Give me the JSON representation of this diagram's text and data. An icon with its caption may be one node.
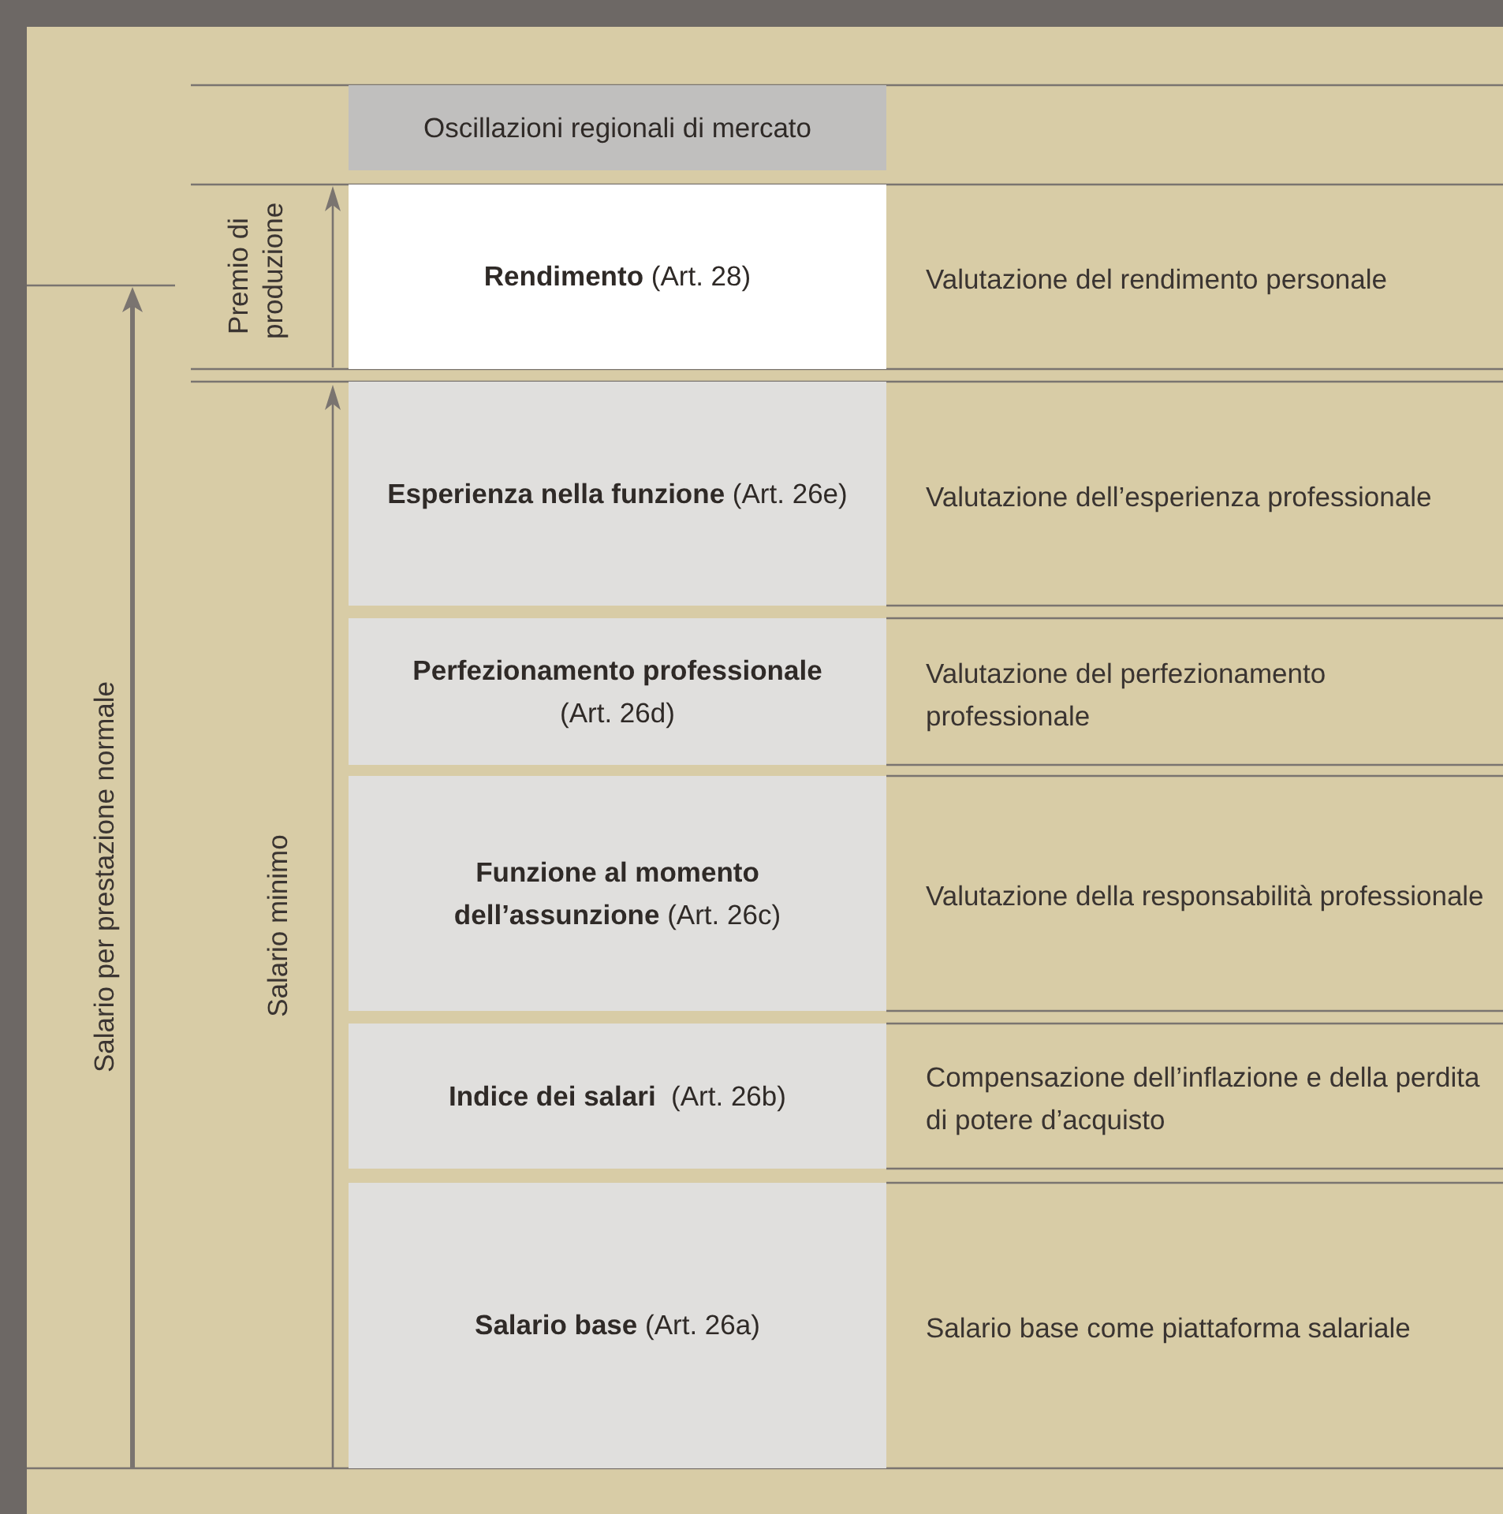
{
  "diagram": {
    "nodes": [
      {
        "text": [
          "Oscillazioni regionali di mercato"
        ]
      },
      {
        "text": [
          "**Rendimento** (Art. 28)"
        ],
        "beside": [
          "Valutazione del rendimento personale"
        ]
      },
      {
        "text": [
          "**Esperienza nella funzione** (Art. 26e)"
        ],
        "beside": [
          "Valutazione dell’esperienza professionale"
        ]
      },
      {
        "text": [
          "**Perfezionamento professionale** (Art. 26d)"
        ],
        "beside": [
          "Valutazione del perfezionamento professionale"
        ]
      },
      {
        "text": [
          "**Funzione al momento dell’assunzione** (Art. 26c)"
        ],
        "beside": [
          "Valutazione della responsabilità professionale"
        ]
      },
      {
        "text": [
          "**Indice dei salari**  (Art. 26b)"
        ],
        "beside": [
          "Compensazione dell’inflazione e della perdita di potere d’acquisto"
        ]
      },
      {
        "text": [
          "**Salario base** (Art. 26a)"
        ],
        "beside": [
          "Salario base come piattaforma salariale"
        ]
      }
    ],
    "labels": [
      "Premio di produzione",
      "Salario minimo",
      "Salario per prestazione normale"
    ]
  }
}
